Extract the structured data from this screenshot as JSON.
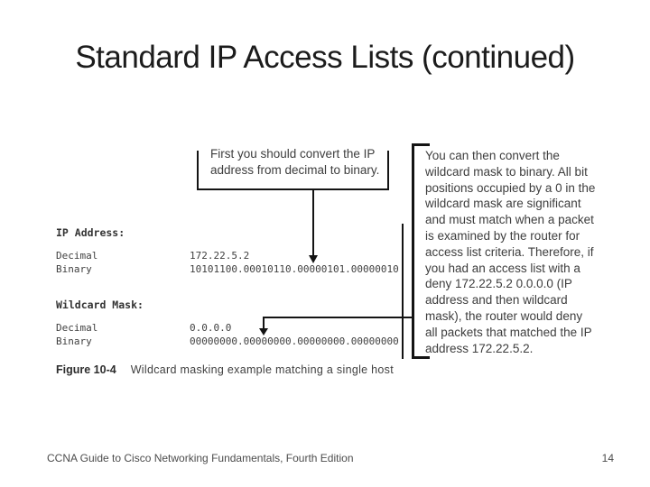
{
  "slide": {
    "title": "Standard IP Access Lists (continued)",
    "footer": {
      "text": "CCNA Guide to Cisco Networking Fundamentals, Fourth Edition",
      "page": "14"
    }
  },
  "figure": {
    "callout_left": "First you should convert the IP\naddress from decimal to binary.",
    "callout_right": "You can then convert the\nwildcard mask to binary. All bit\npositions occupied by a 0 in the\nwildcard mask are significant\nand must match when a packet\nis examined by the router for\naccess list criteria. Therefore, if\nyou had an access list with a\ndeny 172.22.5.2 0.0.0.0 (IP\naddress and then wildcard\nmask), the router would deny\nall packets that matched the IP\naddress 172.22.5.2.",
    "ip_address": {
      "heading": "IP Address:",
      "decimal_label": "Decimal",
      "decimal_value": "172.22.5.2",
      "binary_label": "Binary",
      "binary_value": "10101100.00010110.00000101.00000010"
    },
    "wildcard_mask": {
      "heading": "Wildcard Mask:",
      "decimal_label": "Decimal",
      "decimal_value": "0.0.0.0",
      "binary_label": "Binary",
      "binary_value": "00000000.00000000.00000000.00000000"
    },
    "caption": {
      "label": "Figure 10-4",
      "text": "Wildcard masking example matching a single host"
    },
    "colors": {
      "line": "#141414",
      "text": "#3d3d3d"
    }
  }
}
